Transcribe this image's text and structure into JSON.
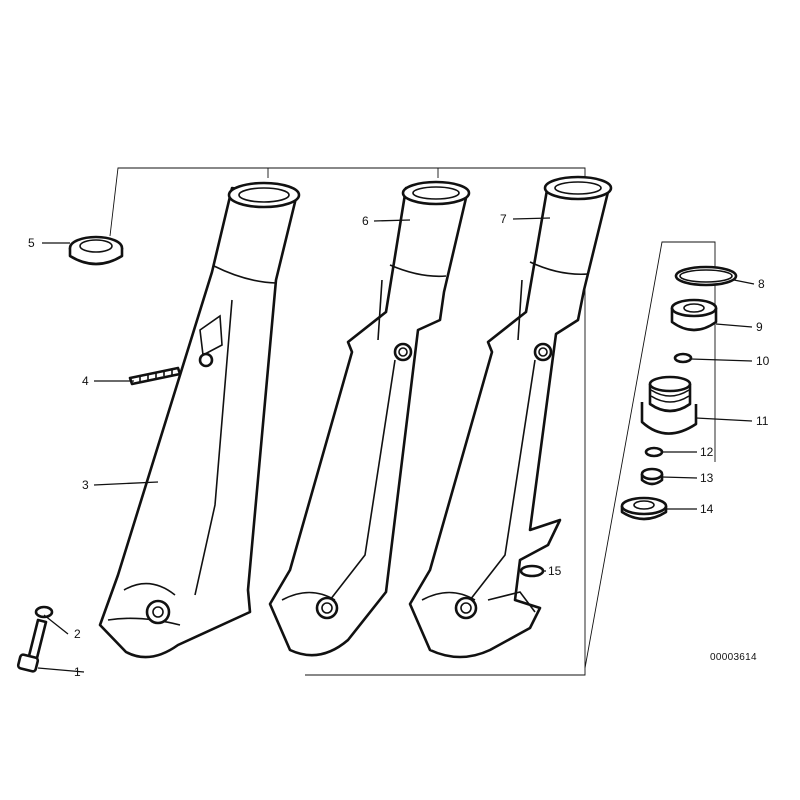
{
  "diagram": {
    "reference_number": "00003614",
    "callouts": [
      {
        "id": "1",
        "label": "1"
      },
      {
        "id": "2",
        "label": "2"
      },
      {
        "id": "3",
        "label": "3"
      },
      {
        "id": "4",
        "label": "4"
      },
      {
        "id": "5",
        "label": "5"
      },
      {
        "id": "6",
        "label": "6"
      },
      {
        "id": "7",
        "label": "7"
      },
      {
        "id": "8",
        "label": "8"
      },
      {
        "id": "9",
        "label": "9"
      },
      {
        "id": "10",
        "label": "10"
      },
      {
        "id": "11",
        "label": "11"
      },
      {
        "id": "12",
        "label": "12"
      },
      {
        "id": "13",
        "label": "13"
      },
      {
        "id": "14",
        "label": "14"
      },
      {
        "id": "15",
        "label": "15"
      }
    ]
  },
  "colors": {
    "line": "#111111",
    "background": "#ffffff"
  }
}
